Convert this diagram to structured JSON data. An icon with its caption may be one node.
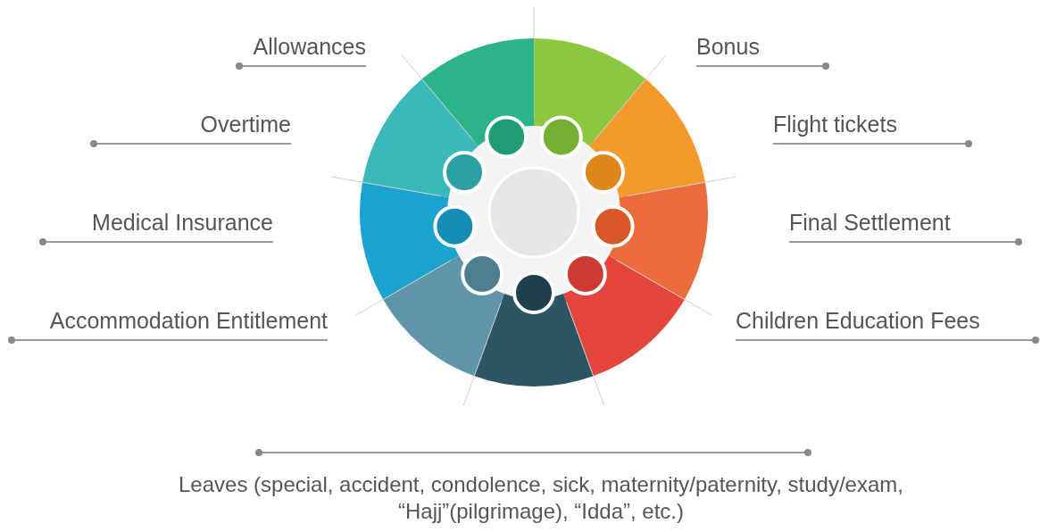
{
  "diagram": {
    "labels": [
      "Allowances",
      "Bonus",
      "Overtime",
      "Flight tickets",
      "Medical Insurance",
      "Final Settlement",
      "Accommodation Entitlement",
      "Children Education Fees",
      "Leaves (special, accident, condolence, sick, maternity/paternity, study/exam, “Hajj”(pilgrimage), “Idda”, etc.)"
    ]
  }
}
